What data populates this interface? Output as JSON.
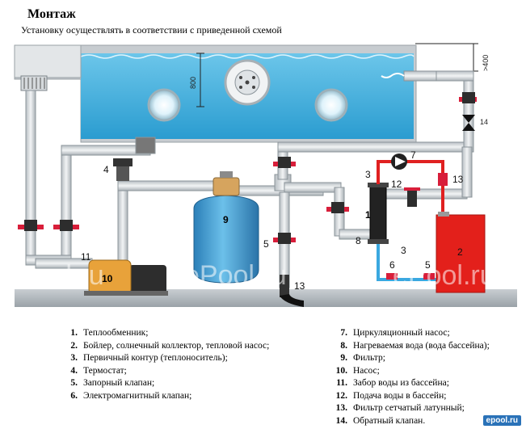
{
  "title": "Монтаж",
  "subtitle": "Установку осуществлять в соответствии с приведенной схемой",
  "dimensions": {
    "depth": "800",
    "height": ">400"
  },
  "labels": {
    "l1": "1",
    "l2": "2",
    "l3": "3",
    "l3b": "3",
    "l4": "4",
    "l5a": "5",
    "l5b": "5",
    "l6": "6",
    "l7": "7",
    "l8": "8",
    "l9": "9",
    "l10": "10",
    "l11": "11",
    "l12": "12",
    "l13a": "13",
    "l13b": "13",
    "l14": "14"
  },
  "watermark": "ePool.ru",
  "legend_left": [
    {
      "num": "1.",
      "text": "Теплообменник;"
    },
    {
      "num": "2.",
      "text": "Бойлер, солнечный коллектор, тепловой насос;"
    },
    {
      "num": "3.",
      "text": "Первичный контур (теплоноситель);"
    },
    {
      "num": "4.",
      "text": "Термостат;"
    },
    {
      "num": "5.",
      "text": "Запорный клапан;"
    },
    {
      "num": "6.",
      "text": "Электромагнитный клапан;"
    }
  ],
  "legend_right": [
    {
      "num": "7.",
      "text": "Циркуляционный насос;"
    },
    {
      "num": "8.",
      "text": "Нагреваемая вода (вода бассейна);"
    },
    {
      "num": "9.",
      "text": "Фильтр;"
    },
    {
      "num": "10.",
      "text": "Насос;"
    },
    {
      "num": "11.",
      "text": "Забор воды из бассейна;"
    },
    {
      "num": "12.",
      "text": "Подача воды в бассейн;"
    },
    {
      "num": "13.",
      "text": "Фильтр сетчатый латунный;"
    },
    {
      "num": "14.",
      "text": "Обратный клапан."
    }
  ],
  "logo": "epool.ru",
  "colors": {
    "water": "#3fb0dd",
    "pipe": "#d9dde0",
    "boiler": "#e3201b",
    "filter": "#3c8fc4",
    "hot": "#e02020",
    "cold": "#3aa8e0",
    "valve": "#d81e3a"
  }
}
